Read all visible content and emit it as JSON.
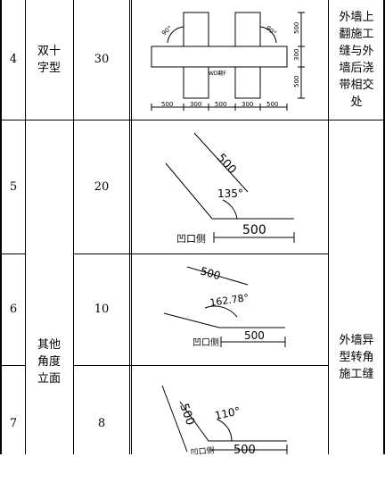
{
  "rows": [
    {
      "no": "4",
      "type": "双十字型",
      "qty": "30"
    },
    {
      "no": "5",
      "type": "",
      "qty": "20"
    },
    {
      "no": "6",
      "type": "",
      "qty": "10"
    },
    {
      "no": "7",
      "type": "",
      "qty": "8"
    }
  ],
  "merged_type": "其他角度立面",
  "notes": {
    "top": "外墙上翻施工缝与外墙后浇带相交处",
    "bottom": "外墙异型转角施工缝"
  },
  "drawings": {
    "cross": {
      "angle_left": "90°",
      "angle_right": "90°",
      "center_label": "WD翻F",
      "dims_bottom": [
        "500",
        "300",
        "500",
        "300",
        "500"
      ],
      "dims_right": [
        "500",
        "300",
        "500"
      ]
    },
    "angle135": {
      "len_diag": "500",
      "angle": "135°",
      "len_base": "500",
      "label": "凹口侧"
    },
    "angle162": {
      "len_diag": "500",
      "angle": "162.78°",
      "len_base": "500",
      "label": "凹口侧"
    },
    "angle110": {
      "len_diag": "500",
      "angle": "110°",
      "len_base": "500",
      "label": "凹口侧"
    }
  }
}
